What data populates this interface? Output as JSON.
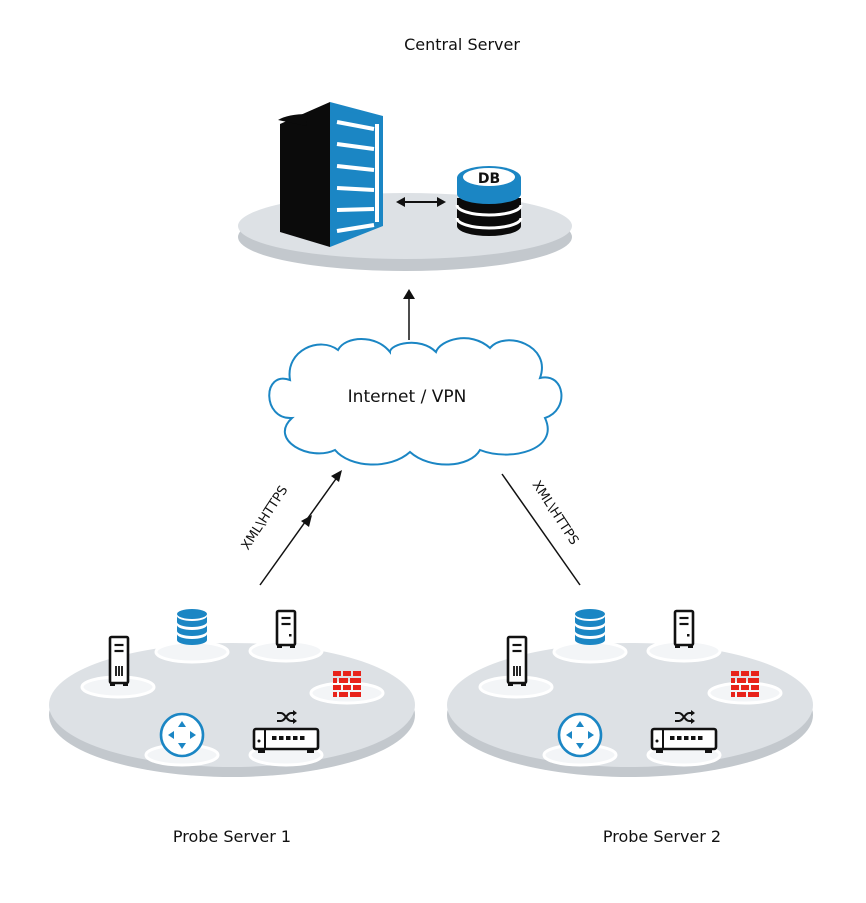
{
  "central": {
    "title": "Central Server",
    "db_label": "DB"
  },
  "network": {
    "cloud_label": "Internet / VPN",
    "link_left_label": "XML\\HTTPS",
    "link_right_label": "XML\\HTTPS"
  },
  "probes": [
    {
      "label": "Probe Server 1",
      "devices": [
        "tower-server",
        "database",
        "server",
        "firewall",
        "router",
        "switch"
      ]
    },
    {
      "label": "Probe Server 2",
      "devices": [
        "tower-server",
        "database",
        "server",
        "firewall",
        "router",
        "switch"
      ]
    }
  ],
  "colors": {
    "accent": "#1b86c4",
    "platform": "#dde1e5",
    "platform_edge": "#c3c8cd",
    "firewall": "#e8231b",
    "ink": "#111111"
  }
}
